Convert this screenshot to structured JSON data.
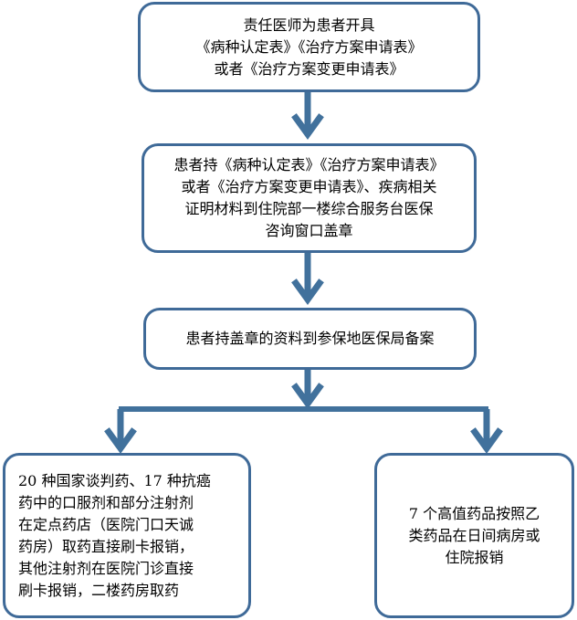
{
  "boxes": {
    "step1": "责任医师为患者开具\n《病种认定表》《治疗方案申请表》\n或者《治疗方案变更申请表》",
    "step2": "患者持《病种认定表》《治疗方案申请表》\n或者《治疗方案变更申请表》、疾病相关\n证明材料到住院部一楼综合服务台医保\n咨询窗口盖章",
    "step3": "患者持盖章的资料到参保地医保局备案",
    "left": "20 种国家谈判药、17 种抗癌\n药中的口服剂和部分注射剂\n在定点药店（医院门口天诚\n药房）取药直接刷卡报销，\n其他注射剂在医院门诊直接\n刷卡报销，二楼药房取药",
    "right": "7 个高值药品按照乙\n类药品在日间病房或\n住院报销"
  },
  "colors": {
    "border": "#3f6a98",
    "arrow": "#41719c"
  }
}
